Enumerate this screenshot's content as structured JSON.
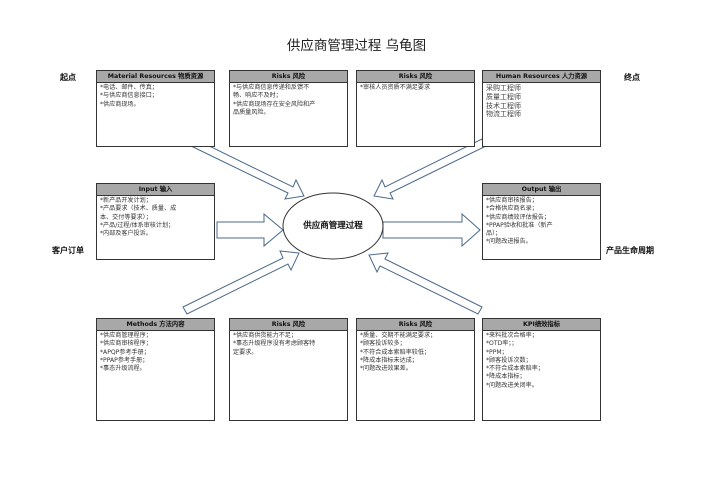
{
  "title": "供应商管理过程 乌龟图",
  "labels": {
    "start": "起点",
    "end": "终点",
    "left": "客户订单",
    "right": "产品生命周期"
  },
  "center": "供应商管理过程",
  "boxes": {
    "material": {
      "header": "Material Resources 物质资源",
      "lines": [
        "*电话、邮件、传真；",
        "*与供应商信息接口；",
        "*供应商现场。"
      ]
    },
    "risk_top1": {
      "header": "Risks 风险",
      "lines": [
        "*与供应商信息传递和反馈不",
        "畅、响应不及时；",
        "*供应商现场存在安全风险和产",
        "品质量风险。"
      ]
    },
    "risk_top2": {
      "header": "Risks 风险",
      "lines": [
        "*审核人员资质不满足要求"
      ]
    },
    "human": {
      "header": "Human Resources 人力资源",
      "lines": [
        "采购工程师",
        "质量工程师",
        "技术工程师",
        "物流工程师"
      ]
    },
    "input": {
      "header": "Input 输入",
      "lines": [
        "*新产品开发计划；",
        "*产品要求（技术、质量、成",
        "本、交付等要求）；",
        "*产品/过程/体系审核计划；",
        "*内部及客户投诉。"
      ]
    },
    "output": {
      "header": "Output 输出",
      "lines": [
        "*供应商审核报告；",
        "*合格供应商名录；",
        "*供应商绩效评估报告；",
        "*PPAP验收和批准（新产",
        "品）；",
        "*问题改进报告。"
      ]
    },
    "methods": {
      "header": "Methods 方法内容",
      "lines": [
        "*供应商管理程序；",
        "*供应商审核程序；",
        "*APQP参考手册；",
        "*PPAP参考手册；",
        "*事态升级流程。"
      ]
    },
    "risk_bot1": {
      "header": "Risks 风险",
      "lines": [
        "*供应商供货能力不足；",
        "*事态升级程序没有考虑顾客特",
        "定要求。"
      ]
    },
    "risk_bot2": {
      "header": "Risks 风险",
      "lines": [
        "*质量、交期不能满足要求；",
        "*顾客投诉较多；",
        "*不符合成本索赔率较低；",
        "*降成本指标未达成；",
        "*问题改进效果差。"
      ]
    },
    "kpi": {
      "header": "KPI绩效指标",
      "lines": [
        "*来料批次合格率；",
        "*OTD率；；",
        "*PPM；",
        "*顾客投诉次数；",
        "*不符合成本索赔率；",
        "*降成本指标；",
        "*问题改进关闭率。"
      ]
    }
  }
}
